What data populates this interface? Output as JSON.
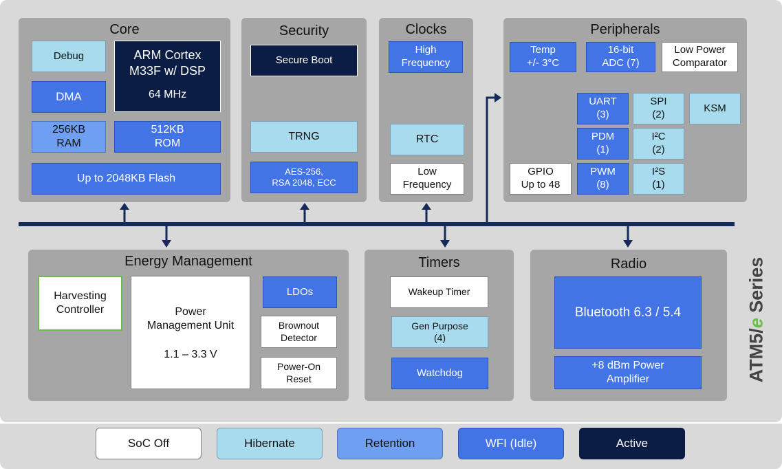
{
  "series_label": {
    "prefix": "ATM5/",
    "accent": "e",
    "suffix": " Series",
    "accent_color": "#6abe45"
  },
  "colors": {
    "soc_off": "#ffffff",
    "hibernate": "#a9dbef",
    "retention": "#6f9ff0",
    "wfi_idle": "#4274e6",
    "active": "#0b1d45",
    "panel": "#a6a6a6",
    "bus": "#15295a",
    "harvest_border": "#6abe45"
  },
  "core": {
    "title": "Core",
    "debug": "Debug",
    "cpu_name": "ARM Cortex\nM33F w/ DSP",
    "cpu_speed": "64 MHz",
    "dma": "DMA",
    "ram": "256KB\nRAM",
    "rom": "512KB\nROM",
    "flash": "Up to 2048KB Flash"
  },
  "security": {
    "title": "Security",
    "secure_boot": "Secure Boot",
    "trng": "TRNG",
    "crypto": "AES-256,\nRSA 2048, ECC"
  },
  "clocks": {
    "title": "Clocks",
    "high_freq": "High\nFrequency",
    "rtc": "RTC",
    "low_freq": "Low\nFrequency"
  },
  "peripherals": {
    "title": "Peripherals",
    "temp": "Temp\n+/- 3°C",
    "adc": "16-bit\nADC (7)",
    "comparator": "Low Power\nComparator",
    "uart": "UART\n(3)",
    "spi": "SPI\n(2)",
    "ksm": "KSM",
    "pdm": "PDM\n(1)",
    "i2c": "I²C\n(2)",
    "gpio": "GPIO\nUp to 48",
    "pwm": "PWM\n(8)",
    "i2s": "I²S\n(1)"
  },
  "energy": {
    "title": "Energy Management",
    "harvesting": "Harvesting\nController",
    "pmu_name": "Power\nManagement Unit",
    "pmu_range": "1.1 – 3.3 V",
    "ldos": "LDOs",
    "brownout": "Brownout\nDetector",
    "por": "Power-On\nReset"
  },
  "timers": {
    "title": "Timers",
    "wakeup": "Wakeup Timer",
    "gen_purpose": "Gen Purpose\n(4)",
    "watchdog": "Watchdog"
  },
  "radio": {
    "title": "Radio",
    "bluetooth": "Bluetooth 6.3 / 5.4",
    "amplifier": "+8 dBm Power\nAmplifier"
  },
  "legend": [
    "SoC Off",
    "Hibernate",
    "Retention",
    "WFI (Idle)",
    "Active"
  ]
}
